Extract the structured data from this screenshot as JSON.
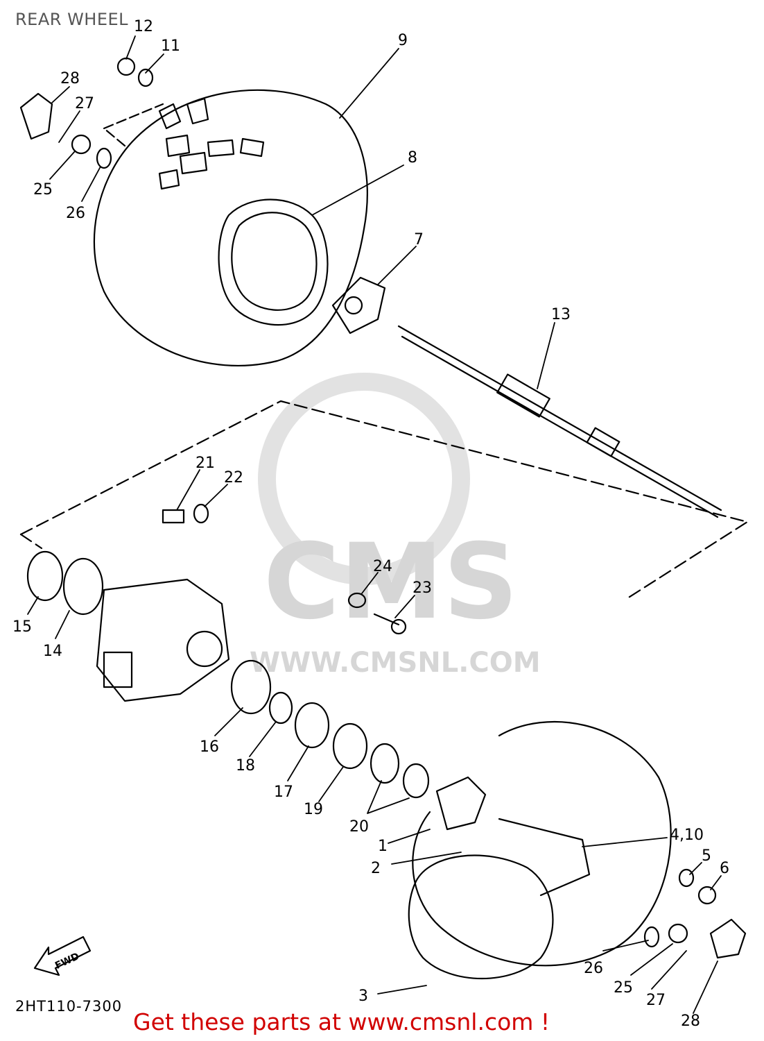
{
  "title": "REAR WHEEL",
  "diagram_code": "2HT110-7300",
  "fwd_label": "FWD",
  "watermark": {
    "brand": "CMS",
    "site": "WWW.CMSNL.COM"
  },
  "banner": "Get these parts at www.cmsnl.com !",
  "callouts": [
    {
      "id": "c12",
      "text": "12"
    },
    {
      "id": "c11",
      "text": "11"
    },
    {
      "id": "c9",
      "text": "9"
    },
    {
      "id": "c28a",
      "text": "28"
    },
    {
      "id": "c27a",
      "text": "27"
    },
    {
      "id": "c25a",
      "text": "25"
    },
    {
      "id": "c26a",
      "text": "26"
    },
    {
      "id": "c8",
      "text": "8"
    },
    {
      "id": "c7",
      "text": "7"
    },
    {
      "id": "c13",
      "text": "13"
    },
    {
      "id": "c21",
      "text": "21"
    },
    {
      "id": "c22",
      "text": "22"
    },
    {
      "id": "c15",
      "text": "15"
    },
    {
      "id": "c14",
      "text": "14"
    },
    {
      "id": "c24",
      "text": "24"
    },
    {
      "id": "c23",
      "text": "23"
    },
    {
      "id": "c16",
      "text": "16"
    },
    {
      "id": "c18",
      "text": "18"
    },
    {
      "id": "c17",
      "text": "17"
    },
    {
      "id": "c19",
      "text": "19"
    },
    {
      "id": "c20",
      "text": "20"
    },
    {
      "id": "c1",
      "text": "1"
    },
    {
      "id": "c2",
      "text": "2"
    },
    {
      "id": "c410",
      "text": "4,10"
    },
    {
      "id": "c5",
      "text": "5"
    },
    {
      "id": "c6",
      "text": "6"
    },
    {
      "id": "c26b",
      "text": "26"
    },
    {
      "id": "c25b",
      "text": "25"
    },
    {
      "id": "c27b",
      "text": "27"
    },
    {
      "id": "c3",
      "text": "3"
    },
    {
      "id": "c28b",
      "text": "28"
    }
  ],
  "colors": {
    "line": "#000000",
    "banner": "#d10000",
    "watermark": "#d6d6d6",
    "title": "#555555"
  }
}
